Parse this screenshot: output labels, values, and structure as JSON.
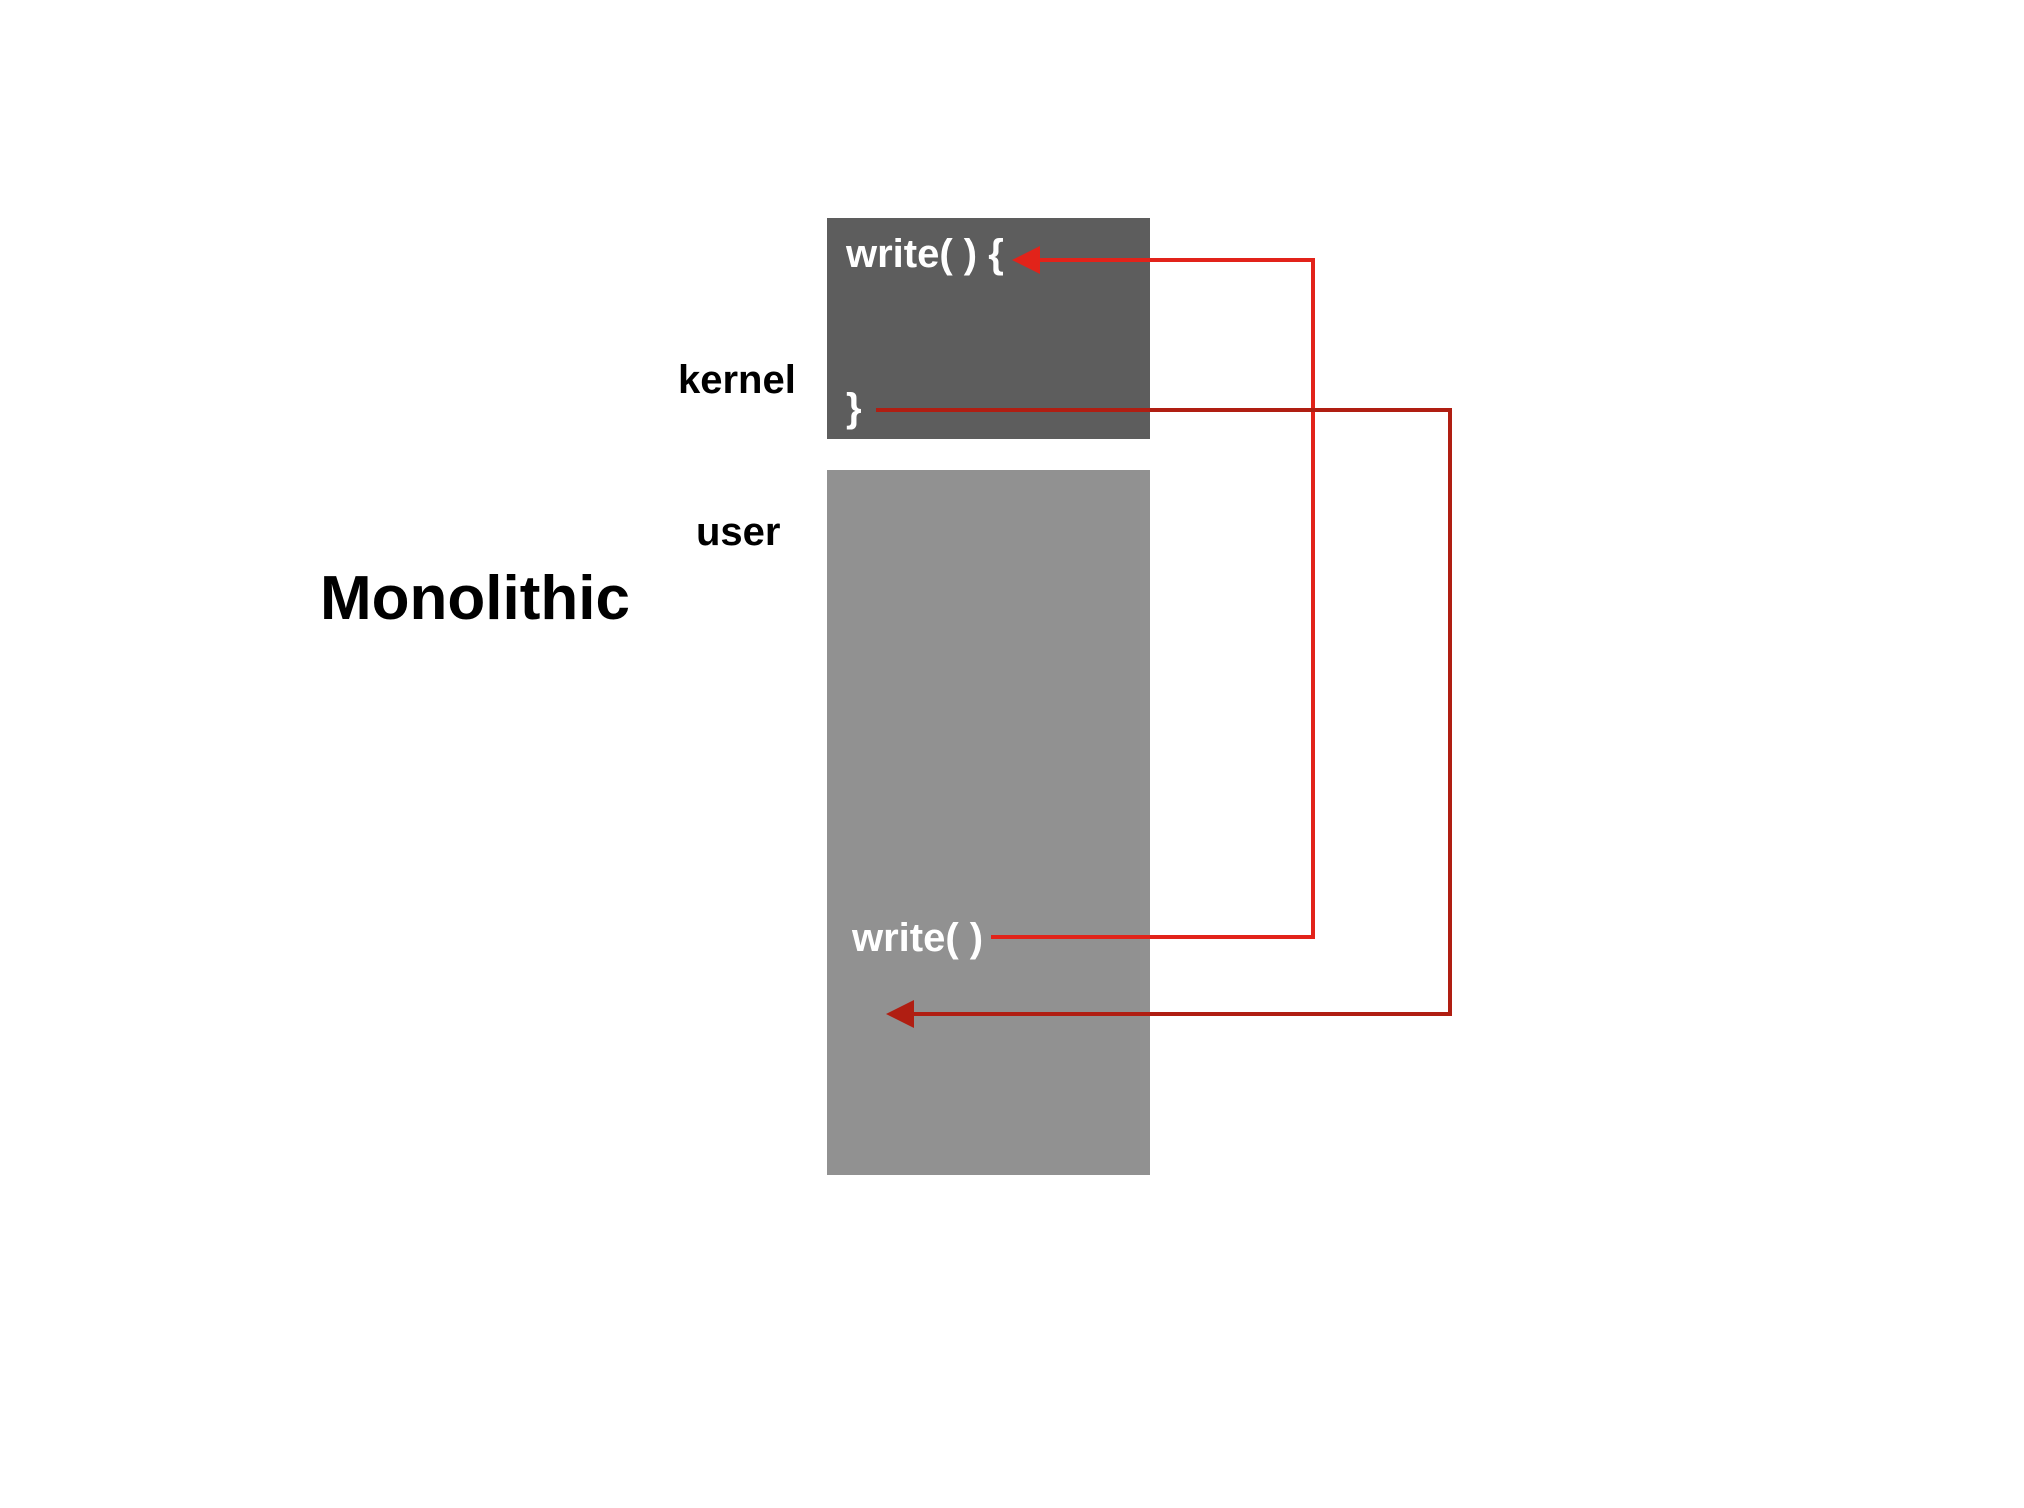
{
  "diagram": {
    "title": "Monolithic",
    "kernel": {
      "label": "kernel",
      "code_open": "write( ) {",
      "code_close": "}"
    },
    "user": {
      "label": "user",
      "code_call": "write( )"
    },
    "arrows": [
      {
        "name": "syscall-entry-arrow",
        "from": "user.code_call",
        "to": "kernel.code_open"
      },
      {
        "name": "syscall-return-arrow",
        "from": "kernel.code_close",
        "to": "user"
      }
    ]
  },
  "colors": {
    "background": "#ffffff",
    "kernel_box": "#5d5d5d",
    "user_box": "#919191",
    "box_text": "#ffffff",
    "label_text": "#000000",
    "entry_arrow": "#e2231a",
    "return_arrow": "#b01e12"
  }
}
